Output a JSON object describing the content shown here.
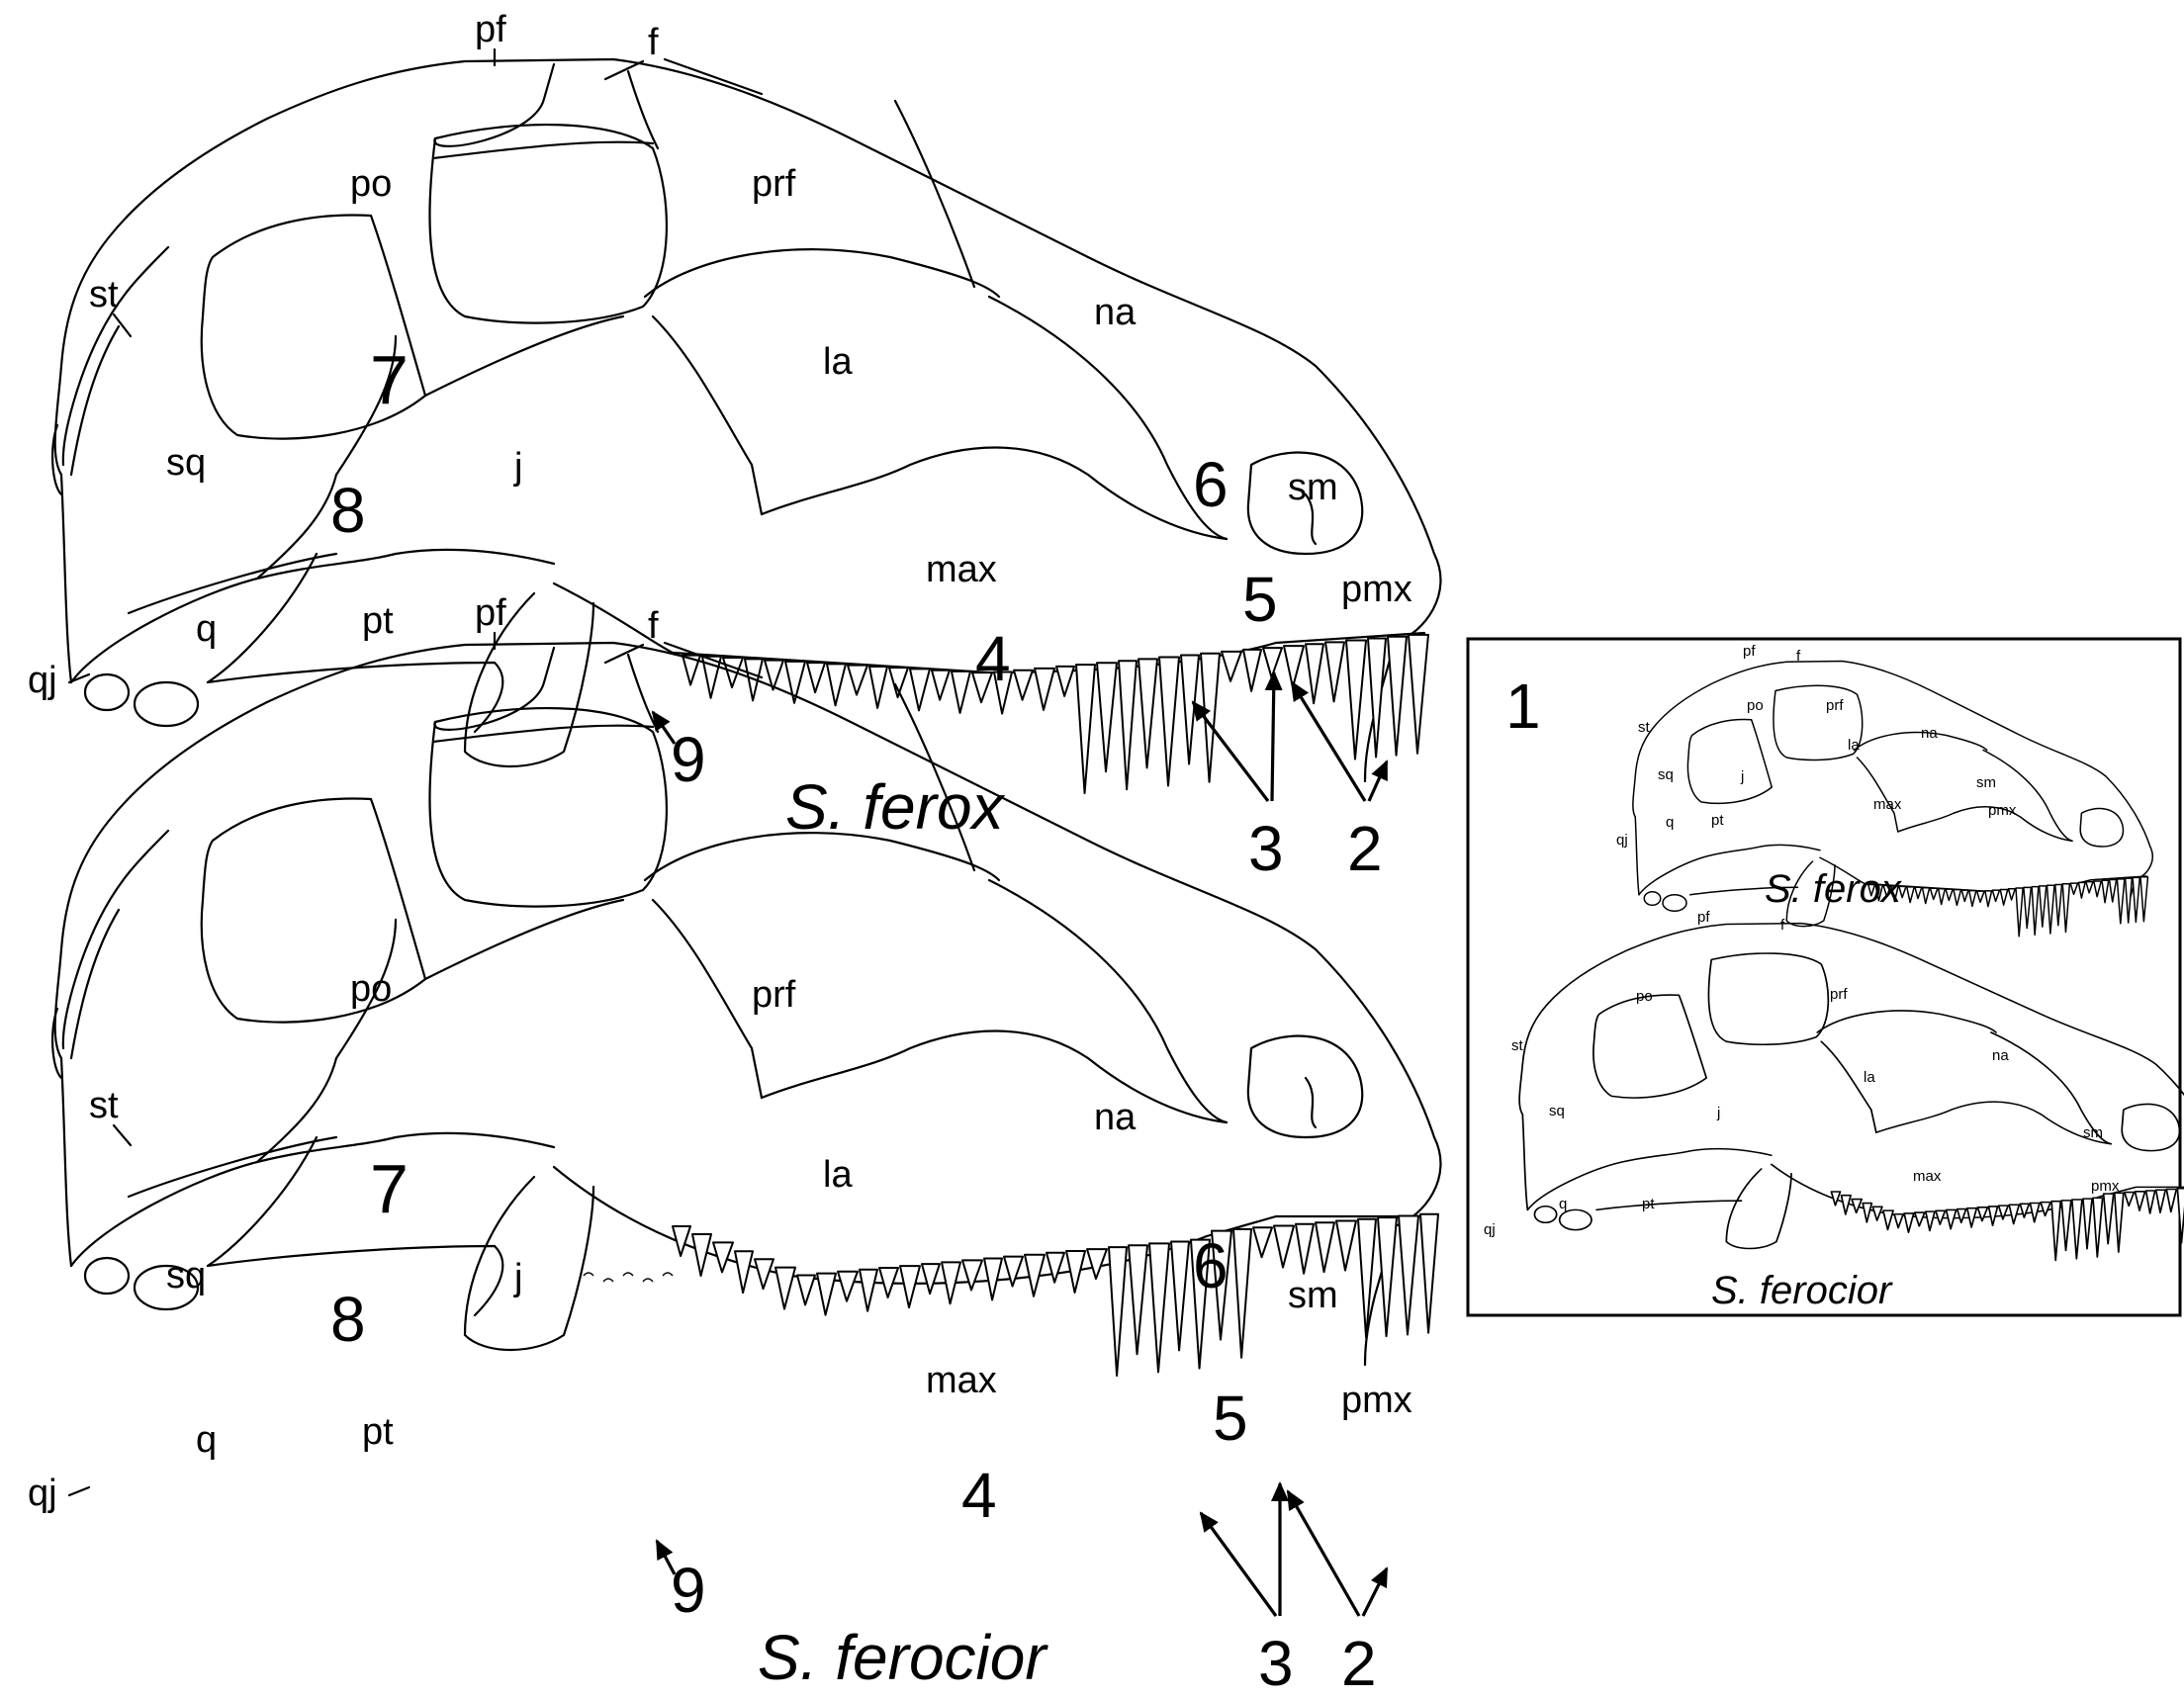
{
  "skull_top": {
    "species": "S. ferox",
    "bones": {
      "pf": "pf",
      "f": "f",
      "po": "po",
      "prf": "prf",
      "st": "st",
      "na": "na",
      "la": "la",
      "sq": "sq",
      "j": "j",
      "sm": "sm",
      "max": "max",
      "pmx": "pmx",
      "q": "q",
      "pt": "pt",
      "qj": "qj"
    },
    "numbers": {
      "n2": "2",
      "n3": "3",
      "n4": "4",
      "n5": "5",
      "n6": "6",
      "n7": "7",
      "n8": "8",
      "n9": "9"
    }
  },
  "skull_bottom": {
    "species": "S. ferocior",
    "bones": {
      "pf": "pf",
      "f": "f",
      "po": "po",
      "prf": "prf",
      "st": "st",
      "na": "na",
      "la": "la",
      "sq": "sq",
      "j": "j",
      "sm": "sm",
      "max": "max",
      "pmx": "pmx",
      "q": "q",
      "pt": "pt",
      "qj": "qj"
    },
    "numbers": {
      "n2": "2",
      "n3": "3",
      "n4": "4",
      "n5": "5",
      "n6": "6",
      "n7": "7",
      "n8": "8",
      "n9": "9"
    }
  },
  "inset": {
    "panel_number": "1",
    "top_species": "S. ferox",
    "bottom_species": "S. ferocior",
    "top_bones": {
      "pf": "pf",
      "f": "f",
      "po": "po",
      "prf": "prf",
      "st": "st",
      "na": "na",
      "la": "la",
      "sq": "sq",
      "j": "j",
      "sm": "sm",
      "max": "max",
      "pmx": "pmx",
      "q": "q",
      "pt": "pt",
      "qj": "qj"
    },
    "bottom_bones": {
      "pf": "pf",
      "f": "f",
      "po": "po",
      "prf": "prf",
      "st": "st",
      "na": "na",
      "la": "la",
      "sq": "sq",
      "j": "j",
      "sm": "sm",
      "max": "max",
      "pmx": "pmx",
      "q": "q",
      "pt": "pt",
      "qj": "qj"
    }
  }
}
